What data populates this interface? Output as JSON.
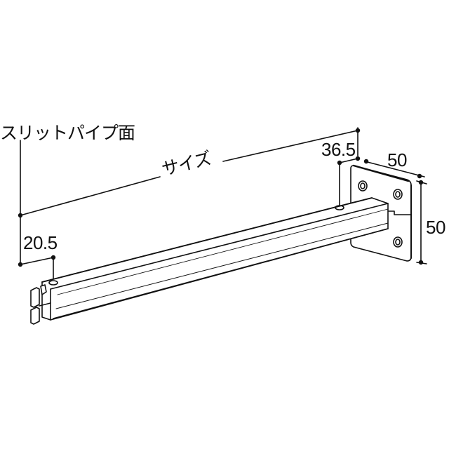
{
  "drawing": {
    "type": "dimensioned product drawing",
    "subject": "slit pipe bracket with wall plate",
    "labels": {
      "slit_pipe_face": "スリットパイプ面",
      "size": "サイズ",
      "offset_front": "20.5",
      "offset_rear": "36.5",
      "plate_width": "50",
      "plate_height": "50"
    },
    "colors": {
      "line": "#111111",
      "background": "#ffffff"
    }
  }
}
